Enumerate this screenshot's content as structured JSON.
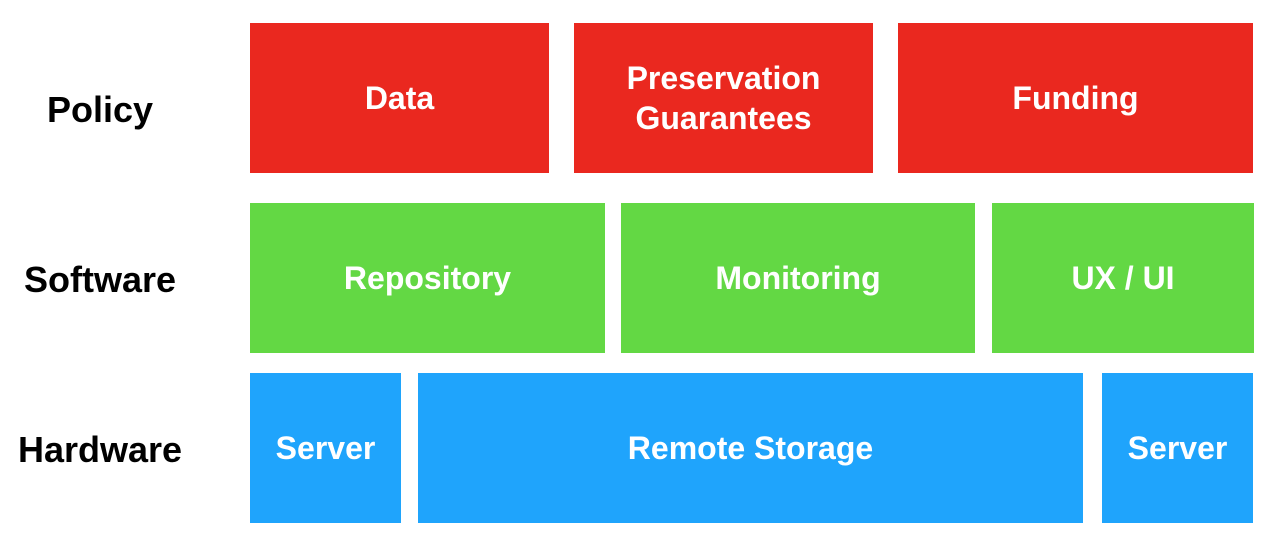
{
  "colors": {
    "policy": "#EA281F",
    "software": "#63D844",
    "hardware": "#1FA4FC",
    "block_text": "#FFFFFF",
    "label_text": "#000000"
  },
  "rows": {
    "policy": {
      "label": "Policy",
      "blocks": [
        {
          "lines": [
            "Data"
          ]
        },
        {
          "lines": [
            "Preservation",
            "Guarantees"
          ]
        },
        {
          "lines": [
            "Funding"
          ]
        }
      ]
    },
    "software": {
      "label": "Software",
      "blocks": [
        {
          "lines": [
            "Repository"
          ]
        },
        {
          "lines": [
            "Monitoring"
          ]
        },
        {
          "lines": [
            "UX / UI"
          ]
        }
      ]
    },
    "hardware": {
      "label": "Hardware",
      "blocks": [
        {
          "lines": [
            "Server"
          ]
        },
        {
          "lines": [
            "Remote Storage"
          ]
        },
        {
          "lines": [
            "Server"
          ]
        }
      ]
    }
  }
}
